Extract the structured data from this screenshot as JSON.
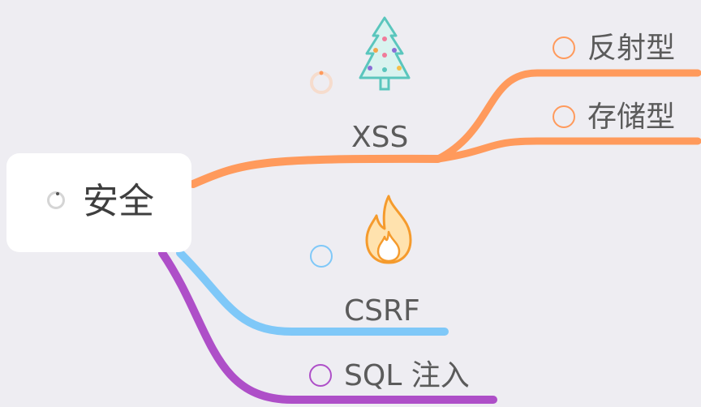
{
  "root": {
    "label": "安全"
  },
  "branches": [
    {
      "label": "XSS",
      "color": "#ff9a5c",
      "icon": "christmas-tree-icon",
      "children": [
        {
          "label": "反射型",
          "color": "#ff9a5c"
        },
        {
          "label": "存储型",
          "color": "#ff9a5c"
        }
      ]
    },
    {
      "label": "CSRF",
      "color": "#7fc8f8",
      "icon": "fire-icon"
    },
    {
      "label": "SQL 注入",
      "color": "#ae4fc8"
    }
  ]
}
